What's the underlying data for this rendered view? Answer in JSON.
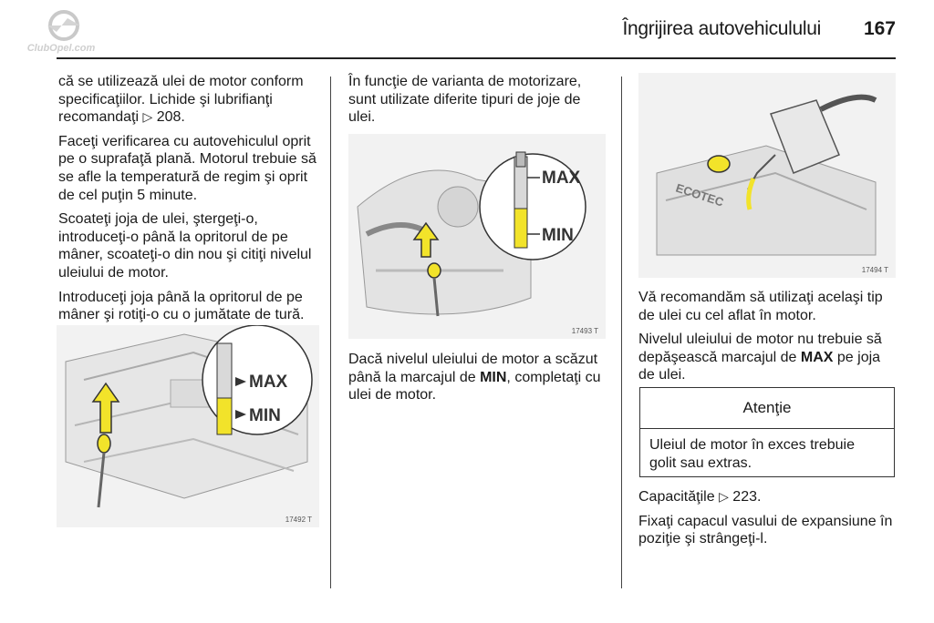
{
  "header": {
    "title": "Îngrijirea autovehiculului",
    "page_number": "167",
    "logo_text": "ClubOpel.com"
  },
  "col1": {
    "p1": {
      "text": "că se utilizează ulei de motor conform specificaţiilor. Lichide şi lubrifianţi recomandaţi",
      "ref_icon": "arrow-reference-icon",
      "ref": "208."
    },
    "p2": "Faceţi verificarea cu autovehiculul oprit pe o suprafaţă plană. Motorul trebuie să se afle la temperatură de regim şi oprit de cel puţin 5 minute.",
    "p3": "Scoateţi joja de ulei, ştergeţi-o, introduceţi-o până la opritorul de pe mâner, scoateţi-o din nou şi citiţi nivelul uleiului de motor.",
    "p4": "Introduceţi joja până la opritorul de pe mâner şi rotiţi-o cu o jumătate de tură.",
    "figure": {
      "max_label": "MAX",
      "min_label": "MIN",
      "fig_number": "17492 T"
    }
  },
  "col2": {
    "p1": "În funcţie de varianta de motorizare, sunt utilizate diferite tipuri de joje de ulei.",
    "figure": {
      "max_label": "MAX",
      "min_label": "MIN",
      "fig_number": "17493 T"
    },
    "p2": {
      "before": "Dacă nivelul uleiului de motor a scăzut până la marcajul de ",
      "strong": "MIN",
      "after": ", completaţi cu ulei de motor."
    }
  },
  "col3": {
    "figure": {
      "engine_text": "ECOTEC",
      "fig_number": "17494 T"
    },
    "p1": "Vă recomandăm să utilizaţi acelaşi tip de ulei cu cel aflat în motor.",
    "p2": {
      "before": "Nivelul uleiului de motor nu trebuie să depăşească marcajul de ",
      "strong": "MAX",
      "after": " pe joja de ulei."
    },
    "warning": {
      "title": "Atenţie",
      "body": "Uleiul de motor în exces trebuie golit sau extras."
    },
    "p3": {
      "text": "Capacităţile",
      "ref_icon": "arrow-reference-icon",
      "ref": "223."
    },
    "p4": "Fixaţi capacul vasului de expansiune în poziţie şi strângeţi-l."
  },
  "colors": {
    "dipstick_yellow": "#f2e32a",
    "text": "#1a1a1a",
    "rule": "#222222"
  }
}
